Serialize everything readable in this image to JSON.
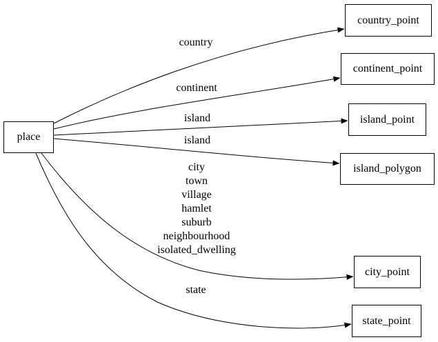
{
  "colors": {
    "background": "#ffffff",
    "node_fill": "#ffffff",
    "line": "#000000",
    "text": "#000000"
  },
  "nodes": {
    "place": {
      "label": "place"
    },
    "country_point": {
      "label": "country_point"
    },
    "continent_point": {
      "label": "continent_point"
    },
    "island_point": {
      "label": "island_point"
    },
    "island_polygon": {
      "label": "island_polygon"
    },
    "city_point": {
      "label": "city_point"
    },
    "state_point": {
      "label": "state_point"
    }
  },
  "edges": [
    {
      "from": "place",
      "to": "country_point",
      "label": "country"
    },
    {
      "from": "place",
      "to": "continent_point",
      "label": "continent"
    },
    {
      "from": "place",
      "to": "island_point",
      "label": "island"
    },
    {
      "from": "place",
      "to": "island_polygon",
      "label": "island"
    },
    {
      "from": "place",
      "to": "city_point",
      "label_lines": [
        "city",
        "town",
        "village",
        "hamlet",
        "suburb",
        "neighbourhood",
        "isolated_dwelling"
      ]
    },
    {
      "from": "place",
      "to": "state_point",
      "label": "state"
    }
  ]
}
